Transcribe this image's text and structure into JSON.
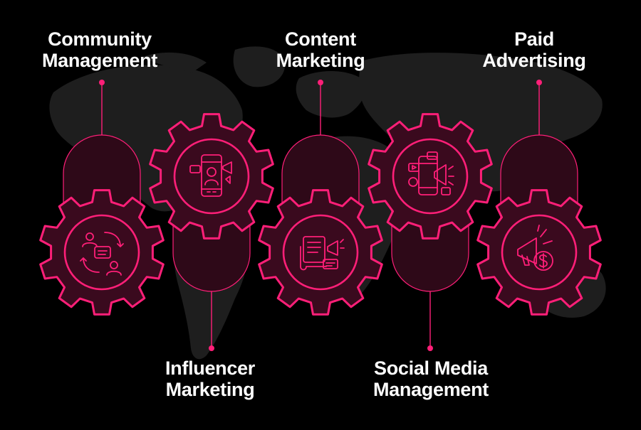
{
  "colors": {
    "background": "#000000",
    "world_map": "#1e1e1e",
    "accent": "#ff1f78",
    "gear_fill": "#3a0a1e",
    "pill_fill": "#2e0918",
    "text": "#ffffff"
  },
  "steps": [
    {
      "line1": "Community",
      "line2": "Management",
      "icon": "community-chat-icon"
    },
    {
      "line1": "Influencer",
      "line2": "Marketing",
      "icon": "influencer-phone-icon"
    },
    {
      "line1": "Content",
      "line2": "Marketing",
      "icon": "content-document-megaphone-icon"
    },
    {
      "line1": "Social Media",
      "line2": "Management",
      "icon": "social-media-phone-megaphone-icon"
    },
    {
      "line1": "Paid",
      "line2": "Advertising",
      "icon": "paid-ad-megaphone-dollar-icon"
    }
  ]
}
